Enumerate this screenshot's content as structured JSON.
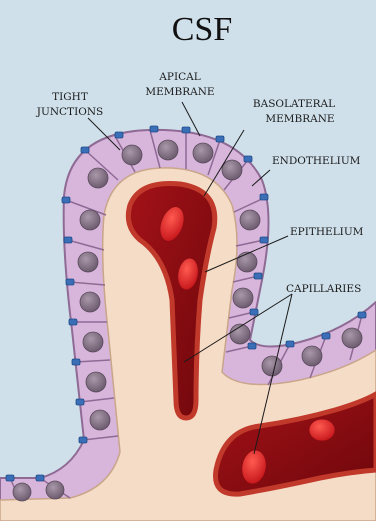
{
  "title": "CSF",
  "labels": {
    "tight_junctions_1": "TIGHT",
    "tight_junctions_2": "JUNCTIONS",
    "apical_1": "APICAL",
    "apical_2": "MEMBRANE",
    "basolateral_1": "BASOLATERAL",
    "basolateral_2": "MEMBRANE",
    "endothelium": "ENDOTHELIUM",
    "epithelium": "EPITHELIUM",
    "capillaries": "CAPILLARIES"
  },
  "colors": {
    "csf_background": "#cfe0ea",
    "epithelial_cell": "#d8b6dc",
    "cell_border": "#8e6a94",
    "nucleus": "#7d6b7e",
    "tight_junction": "#3a6fb8",
    "stroma": "#f5dcc6",
    "capillary_wall": "#c0392b",
    "blood": "#8b0d12",
    "red_cell": "#d41f24"
  }
}
